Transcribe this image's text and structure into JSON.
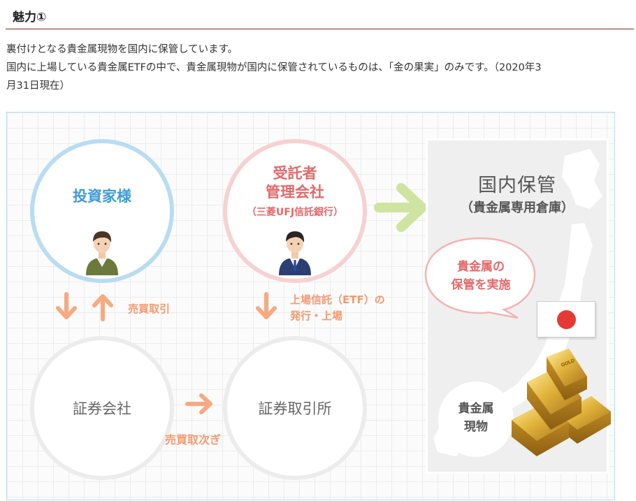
{
  "heading": "魅力①",
  "intro": {
    "line1": "裏付けとなる貴金属現物を国内に保管しています。",
    "line2": "国内に上場している貴金属ETFの中で、貴金属現物が国内に保管されているものは、「金の果実」のみです。（2020年3",
    "line3": "月31日現在）"
  },
  "diagram": {
    "investor": "投資家様",
    "trustee_line1": "受託者",
    "trustee_line2": "管理会社",
    "trustee_line3": "（三菱UFJ信託銀行）",
    "securities_company": "証券会社",
    "stock_exchange": "証券取引所",
    "buy_sell": "売買取引",
    "listing_line1": "上場信託（ETF）の",
    "listing_line2": "発行・上場",
    "brokerage": "売買取次ぎ",
    "storage_title": "国内保管",
    "storage_subtitle": "（貴金属専用倉庫）",
    "bubble_line1": "貴金属の",
    "bubble_line2": "保管を実施",
    "metal_line1": "貴金属",
    "metal_line2": "現物",
    "bar_text": "GOLD"
  },
  "colors": {
    "investor_blue": "#3f9ad5",
    "trustee_red": "#e2696a",
    "arrow_orange": "#f7a980",
    "arrow_green": "#cfe4a0",
    "flag_red": "#e53935",
    "gold": "#e3b53c"
  }
}
